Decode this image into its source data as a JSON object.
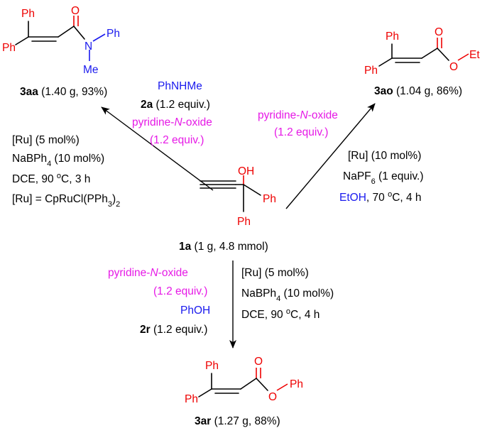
{
  "colors": {
    "black": "#000000",
    "red": "#ee0000",
    "blue": "#1a1aee",
    "magenta": "#e619e6"
  },
  "molecules": {
    "aa": {
      "ph_top": "Ph",
      "ph_left": "Ph",
      "o": "O",
      "n": "N",
      "ph_n": "Ph",
      "me": "Me"
    },
    "ao": {
      "ph_top": "Ph",
      "ph_left": "Ph",
      "o_top": "O",
      "o_ester": "O",
      "et": "Et"
    },
    "ar": {
      "ph_top": "Ph",
      "ph_left": "Ph",
      "o_top": "O",
      "o_ester": "O",
      "ph_o": "Ph"
    },
    "sm": {
      "oh": "OH",
      "ph_right": "Ph",
      "ph_bottom": "Ph"
    }
  },
  "labels": {
    "aa": {
      "id": "3aa",
      "rest": " (1.40 g, 93%)"
    },
    "ao": {
      "id": "3ao",
      "rest": " (1.04 g, 86%)"
    },
    "ar": {
      "id": "3ar",
      "rest": " (1.27 g, 88%)"
    },
    "sm": {
      "id": "1a",
      "rest": " (1 g, 4.8 mmol)"
    }
  },
  "conditions": {
    "left": {
      "reagent": "PhNHMe",
      "reagent_id": "2a",
      "reagent_amount": " (1.2 equiv.)",
      "oxidant": "pyridine-",
      "oxidant_n": "N",
      "oxidant_end": "-oxide",
      "oxidant_amount": "(1.2 equiv.)",
      "catalyst": "[Ru] (5 mol%)",
      "additive": "NaBPh",
      "additive_sub": "4",
      "additive_amount": " (10 mol%)",
      "solvent": "DCE, 90 ",
      "deg": "o",
      "time": "C, 3 h",
      "ru_def": "[Ru] = CpRuCl(PPh",
      "ru_sub": "3",
      "ru_end": ")",
      "ru_sub2": "2"
    },
    "right": {
      "oxidant": "pyridine-",
      "oxidant_n": "N",
      "oxidant_end": "-oxide",
      "oxidant_amount": "(1.2 equiv.)",
      "catalyst": "[Ru] (10 mol%)",
      "additive": "NaPF",
      "additive_sub": "6",
      "additive_amount": " (1 equiv.)",
      "solvent": "EtOH",
      "temp": ", 70 ",
      "deg": "o",
      "time": "C, 4 h"
    },
    "bottom": {
      "oxidant": "pyridine-",
      "oxidant_n": "N",
      "oxidant_end": "-oxide",
      "oxidant_amount": "(1.2 equiv.)",
      "reagent": "PhOH",
      "reagent_id": "2r",
      "reagent_amount": " (1.2 equiv.)",
      "catalyst": "[Ru] (5 mol%)",
      "additive": "NaBPh",
      "additive_sub": "4",
      "additive_amount": " (10 mol%)",
      "solvent": "DCE, 90 ",
      "deg": "o",
      "time": "C, 4 h"
    }
  }
}
